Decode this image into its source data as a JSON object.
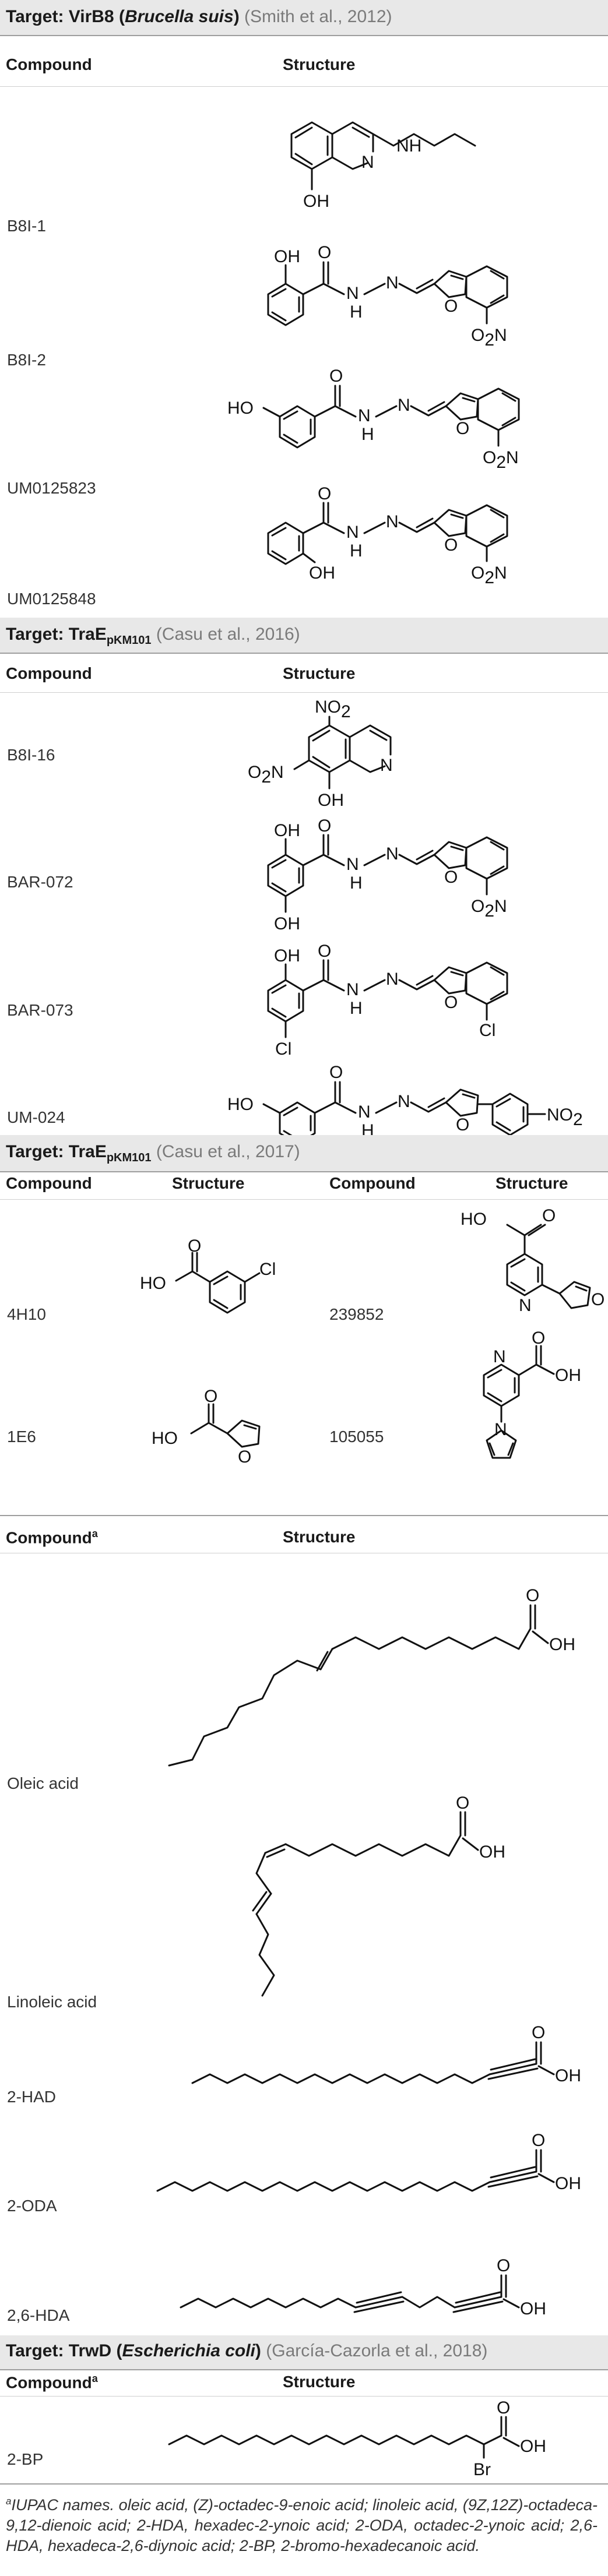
{
  "sections": [
    {
      "target_prefix": "Target: VirB8 (",
      "target_species": "Brucella suis",
      "target_suffix": ")",
      "citation": "(Smith et al., 2012)",
      "col_compound": "Compound",
      "col_structure": "Structure",
      "compounds": [
        "B8I-1",
        "B8I-2",
        "UM0125823",
        "UM0125848"
      ]
    },
    {
      "target_prefix": "Target: TraE",
      "target_sub": "pKM101",
      "citation": "(Casu et al., 2016)",
      "col_compound": "Compound",
      "col_structure": "Structure",
      "compounds": [
        "B8I-16",
        "BAR-072",
        "BAR-073",
        "UM-024"
      ]
    },
    {
      "target_prefix": "Target: TraE",
      "target_sub": "pKM101",
      "citation": "(Casu et al., 2017)",
      "col_compound": "Compound",
      "col_structure": "Structure",
      "col_compound_2": "Compound",
      "col_structure_2": "Structure",
      "compounds": [
        "4H10",
        "239852",
        "1E6",
        "105055"
      ]
    },
    {
      "col_compound": "Compound",
      "col_compound_sup": "a",
      "col_structure": "Structure",
      "compounds": [
        "Oleic acid",
        "Linoleic acid",
        "2-HAD",
        "2-ODA",
        "2,6-HDA"
      ]
    },
    {
      "target_prefix": "Target: TrwD (",
      "target_species": "Escherichia coli",
      "target_suffix": ")",
      "citation": "(García-Cazorla et al., 2018)",
      "col_compound": "Compound",
      "col_compound_sup": "a",
      "col_structure": "Structure",
      "compounds": [
        "2-BP"
      ]
    }
  ],
  "atoms": {
    "OH": "OH",
    "NH": "NH",
    "N": "N",
    "O": "O",
    "H": "H",
    "HO": "HO",
    "NO2": "NO",
    "two": "2",
    "O2N": "O",
    "O2N_sub": "2",
    "O2N_N": "N",
    "Cl": "Cl",
    "Br": "Br"
  },
  "footnote": {
    "marker": "a",
    "text": "IUPAC names. oleic acid, (Z)-octadec-9-enoic acid; linoleic acid, (9Z,12Z)-octadeca-9,12-dienoic acid; 2-HDA, hexadec-2-ynoic acid; 2-ODA, octadec-2-ynoic acid; 2,6-HDA, hexadeca-2,6-diynoic acid; 2-BP, 2-bromo-hexadecanoic acid."
  }
}
